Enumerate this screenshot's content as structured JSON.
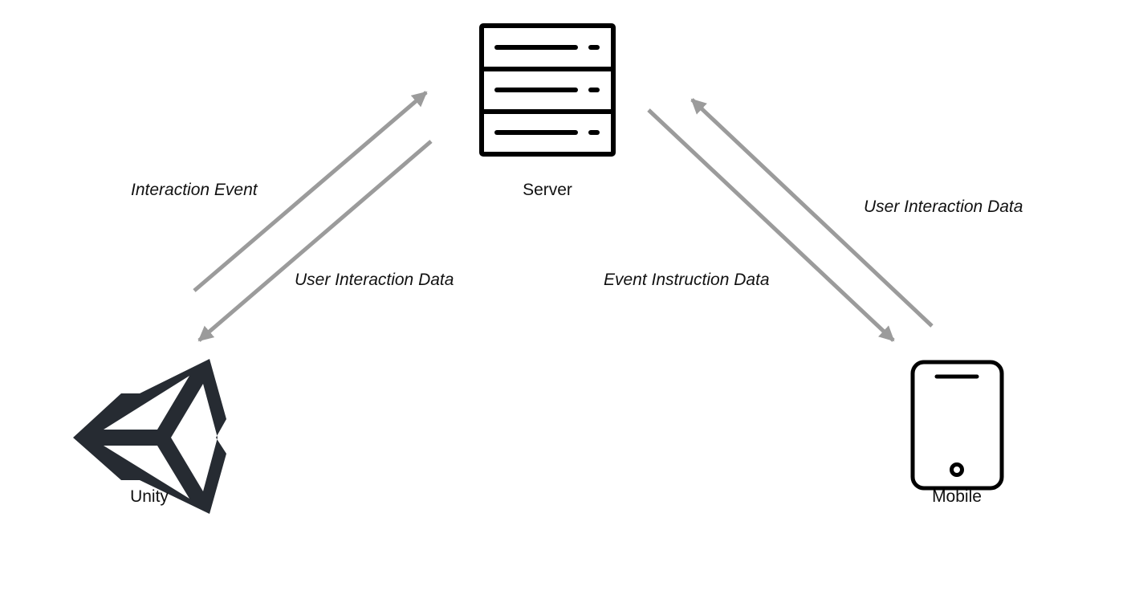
{
  "colors": {
    "arrow": "#9b9b9b",
    "icon_stroke": "#000000",
    "unity_logo": "#262b32",
    "background": "#ffffff"
  },
  "nodes": {
    "server": {
      "label": "Server",
      "icon": "server-icon"
    },
    "unity": {
      "label": "Unity",
      "icon": "unity-logo-icon"
    },
    "mobile": {
      "label": "Mobile",
      "icon": "mobile-phone-icon"
    }
  },
  "edges": [
    {
      "from": "unity",
      "to": "server",
      "label": "Interaction Event"
    },
    {
      "from": "server",
      "to": "unity",
      "label": "User Interaction Data"
    },
    {
      "from": "server",
      "to": "mobile",
      "label": "Event Instruction Data"
    },
    {
      "from": "mobile",
      "to": "server",
      "label": "User Interaction Data"
    }
  ]
}
